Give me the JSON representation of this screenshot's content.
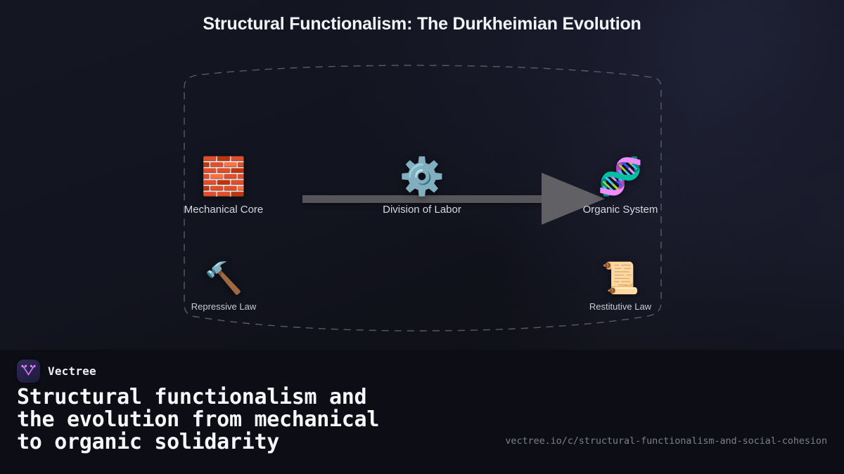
{
  "title": "Structural Functionalism: The Durkheimian Evolution",
  "diagram": {
    "frame": {
      "style": "hand-drawn-dashed-rounded-rect",
      "color": "#5a5c63"
    },
    "arrow": {
      "name": "evolution-arrow",
      "direction": "left-to-right",
      "color": "#5b5b60",
      "from": "Mechanical Core",
      "to": "Organic System"
    },
    "nodes": [
      {
        "id": "mechanical-core",
        "icon": "brick-wall-icon",
        "glyph": "🧱",
        "label": "Mechanical Core",
        "row": "top"
      },
      {
        "id": "division-of-labor",
        "icon": "gear-icon",
        "glyph": "⚙️",
        "label": "Division of Labor",
        "row": "top"
      },
      {
        "id": "organic-system",
        "icon": "dna-icon",
        "glyph": "🧬",
        "label": "Organic System",
        "row": "top"
      },
      {
        "id": "repressive-law",
        "icon": "hammer-icon",
        "glyph": "🔨",
        "label": "Repressive Law",
        "row": "bottom"
      },
      {
        "id": "restitutive-law",
        "icon": "scroll-icon",
        "glyph": "📜",
        "label": "Restitutive Law",
        "row": "bottom"
      }
    ]
  },
  "brand": {
    "name": "Vectree",
    "logo_icon": "vectree-logo-icon",
    "logo_bg": "#2b2551",
    "logo_mark_color": "#d46ff0"
  },
  "headline": "Structural functionalism and\nthe evolution from mechanical\nto organic solidarity",
  "url": "vectree.io/c/structural-functionalism-and-social-cohesion",
  "colors": {
    "page_bg": "#0d0e15",
    "stage_bg_accent": "#1c1e31",
    "title_text": "#f3f4f8",
    "label_text": "#d6d8df",
    "url_text": "#7b7f8e"
  }
}
